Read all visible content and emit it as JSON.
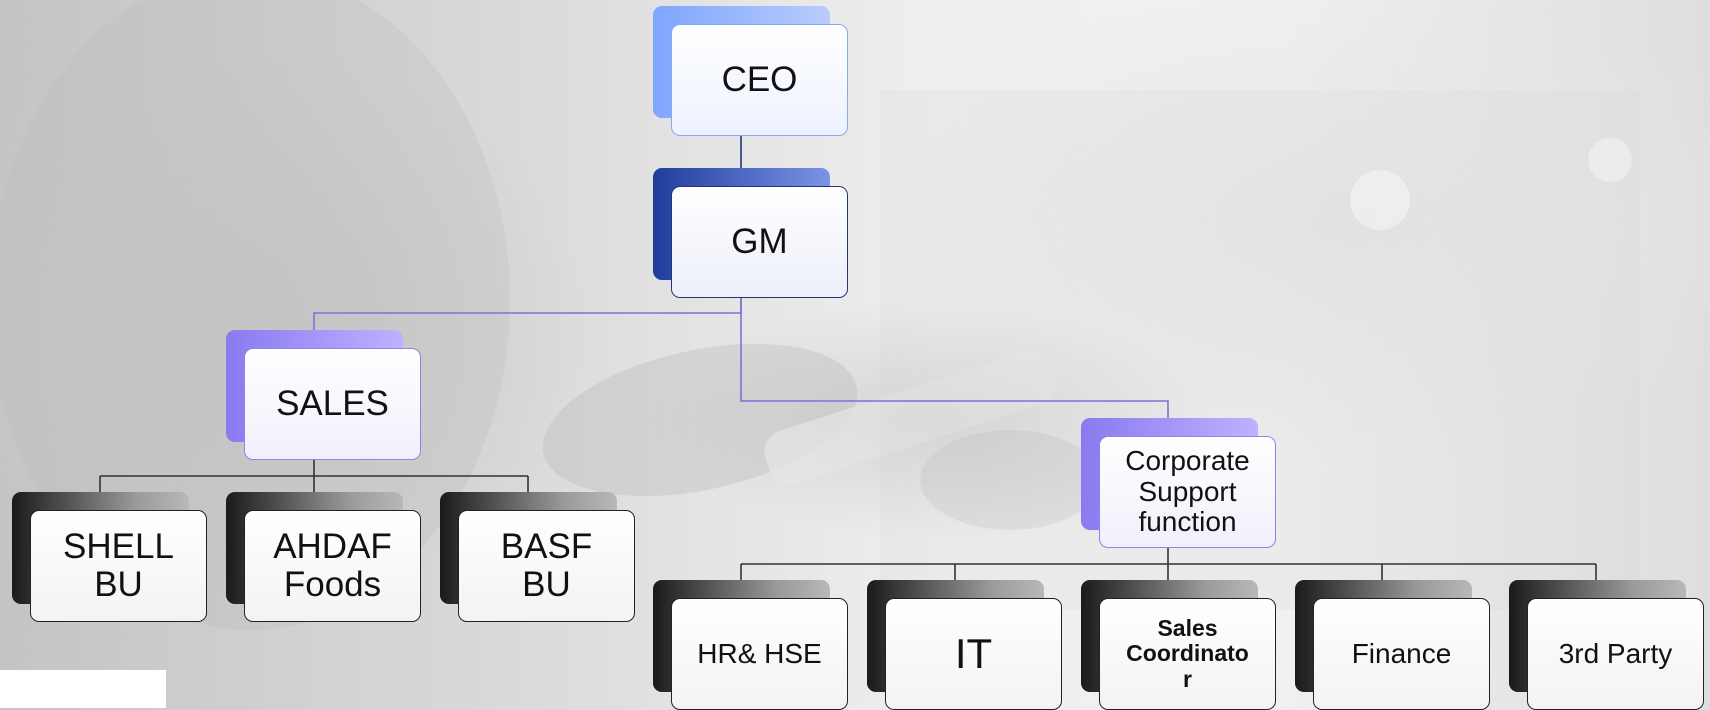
{
  "org_chart": {
    "ceo": "CEO",
    "gm": "GM",
    "sales": {
      "label": "SALES",
      "children": [
        "SHELL\nBU",
        "AHDAF\nFoods",
        "BASF\nBU"
      ]
    },
    "corporate": {
      "label": "Corporate\nSupport\nfunction",
      "children": [
        "HR& HSE",
        "IT",
        "Sales\nCoordinato\nr",
        "Finance",
        "3rd Party"
      ]
    }
  },
  "colors": {
    "top_nodes": "#7fa5ff",
    "gm_node": "#1f3d9c",
    "branch_nodes": "#8a7af0",
    "leaf_nodes": "#1a1a1a",
    "connector_purple": "#7b72d6",
    "connector_dark": "#333333"
  }
}
